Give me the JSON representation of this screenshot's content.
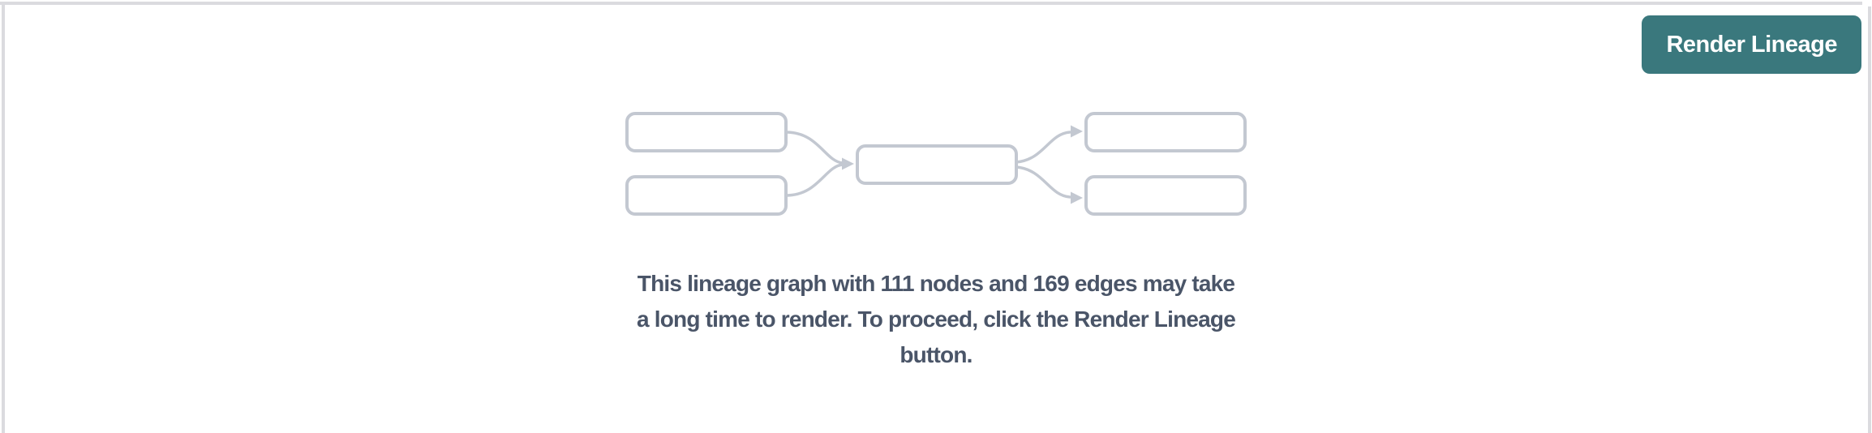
{
  "toolbar": {
    "render_button_label": "Render Lineage"
  },
  "placeholder": {
    "node_count": "111",
    "edge_count": "169",
    "message_lines": [
      "This lineage graph with 111 nodes and 169 edges may take",
      "a long time to render. To proceed, click the Render Lineage",
      "button."
    ],
    "full_message": "This lineage graph with 111 nodes and 169 edges may take a long time to render. To proceed, click the Render Lineage button."
  },
  "colors": {
    "accent": "#3A787D",
    "accent_text": "#FFFFFF",
    "message_text": "#4A5568",
    "panel_border": "#DBDBDF",
    "diagram_stroke": "#C3C8D1",
    "node_fill": "#FFFFFF"
  }
}
